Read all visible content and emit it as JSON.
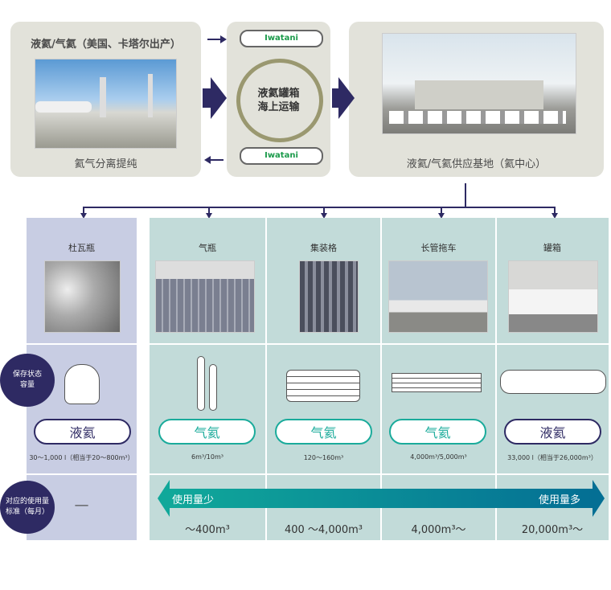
{
  "top": {
    "source_title": "液氦/气氦（美国、卡塔尔出产）",
    "source_caption": "氦气分离提纯",
    "ship_text_line1": "液氦罐箱",
    "ship_text_line2": "海上运输",
    "tank_brand": "Iwatani",
    "base_caption": "液氦/气氦供应基地（氦中心）"
  },
  "columns": [
    {
      "title": "杜瓦瓶",
      "state": "液氦",
      "capacity": "30～1,000 l（相当于20～800m³）",
      "usage": "—"
    },
    {
      "title": "气瓶",
      "state": "气氦",
      "capacity": "6m³/10m³",
      "usage": "～400m³"
    },
    {
      "title": "集装格",
      "state": "气氦",
      "capacity": "120～160m³",
      "usage": "400 ～4,000m³"
    },
    {
      "title": "长管拖车",
      "state": "气氦",
      "capacity": "4,000m³/5,000m³",
      "usage": "4,000m³～"
    },
    {
      "title": "罐箱",
      "state": "液氦",
      "capacity": "33,000 l（相当于26,000m³）",
      "usage": "20,000m³～"
    }
  ],
  "row_labels": {
    "storage": "保存状态\n容量",
    "usage": "对应的使用量\n标准（每月）"
  },
  "usage_arrow": {
    "left": "使用量少",
    "right": "使用量多"
  },
  "colors": {
    "navy": "#2e2a63",
    "teal": "#1aab9b",
    "lavender": "#c8cde3",
    "tealbg": "#c2dbd9"
  }
}
